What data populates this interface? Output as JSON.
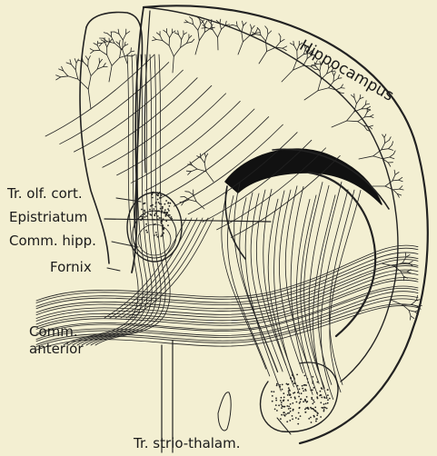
{
  "labels": {
    "hippocampus": "Hippocampus",
    "tr_olf_cort": "Tr. olf. cort.",
    "epistriatum": "Epistriatum",
    "comm_hipp": "Comm. hipp.",
    "fornix": "Fornix",
    "comm_anterior_line1": "Comm.",
    "comm_anterior_line2": "anterior",
    "tr_strio_thalam": "Tr. strio-thalam."
  }
}
